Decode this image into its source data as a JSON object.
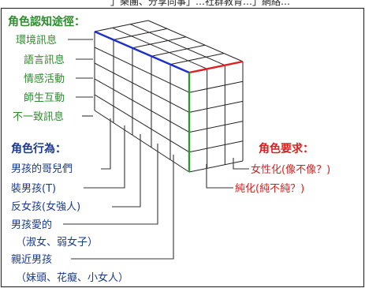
{
  "top_clip": "」樂團、分享同事」…社群教育…」網絡…",
  "role_cognition": {
    "title": "角色認知途徑：",
    "items": [
      "環境訊息",
      "語言訊息",
      "情感活動",
      "師生互動",
      "不一致訊息"
    ]
  },
  "role_behavior": {
    "title": "角色行為：",
    "items": [
      "男孩的哥兒們",
      "裝男孩(T)",
      "反女孩(女強人)",
      "男孩愛的",
      "（淑女、弱女子）",
      "親近男孩",
      "（妹頭、花癡、小女人）"
    ]
  },
  "role_demands": {
    "title": "角色要求：",
    "items": [
      "女性化(像不像？)",
      "純化(純不純？)"
    ]
  },
  "colors": {
    "green": "#2e8b2e",
    "navy": "#1a3a8c",
    "red": "#d82020",
    "edge_blue": "#1c2fc9",
    "edge_red": "#e02020",
    "edge_green": "#2a9a2a",
    "grid": "#222222"
  }
}
